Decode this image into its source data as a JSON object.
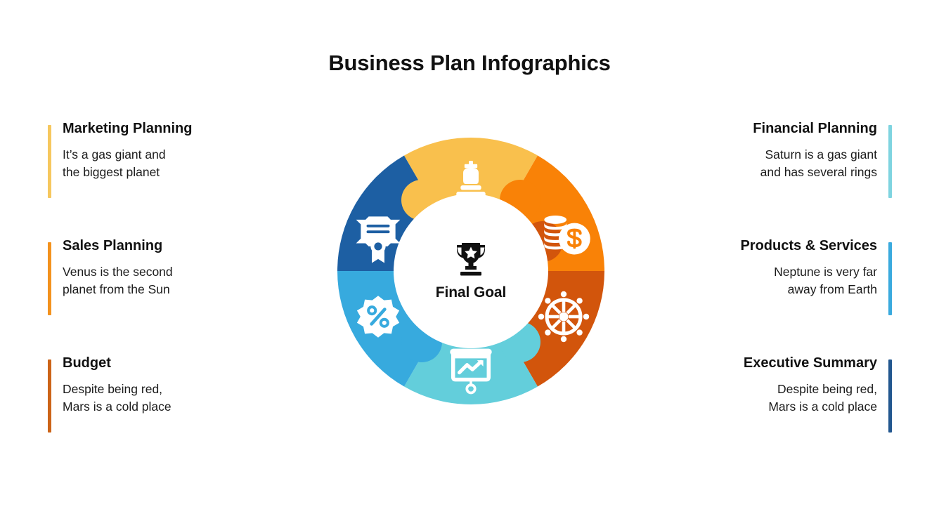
{
  "title": "Business Plan Infographics",
  "center": {
    "label": "Final Goal",
    "icon": "trophy-icon",
    "icon_color": "#111111",
    "background": "#ffffff"
  },
  "colors": {
    "yellow": "#F9C04D",
    "orange": "#F98207",
    "dark_orange": "#D2550C",
    "teal": "#63CEDB",
    "light_blue": "#37AADE",
    "dark_blue": "#1D5FA3",
    "text": "#111111",
    "background": "#FFFFFF"
  },
  "left_column": [
    {
      "title": "Marketing Planning",
      "description": "It’s a gas giant and\nthe biggest planet",
      "accent": "#F6C75E",
      "segment": "strategy"
    },
    {
      "title": "Sales Planning",
      "description": "Venus is the second\nplanet from the Sun",
      "accent": "#F3921E",
      "segment": "certificate"
    },
    {
      "title": "Budget",
      "description": "Despite being red,\nMars is a cold place",
      "accent": "#CC6418",
      "segment": "discount"
    }
  ],
  "right_column": [
    {
      "title": "Financial Planning",
      "description": "Saturn is a gas giant\nand has several rings",
      "accent": "#7FD4E0",
      "segment": "money"
    },
    {
      "title": "Products & Services",
      "description": "Neptune is very far\naway from Earth",
      "accent": "#3AAADE",
      "segment": "helm"
    },
    {
      "title": "Executive Summary",
      "description": "Despite being red,\nMars is a cold place",
      "accent": "#22578F",
      "segment": "presentation"
    }
  ],
  "wheel_segments": [
    {
      "name": "strategy",
      "icon": "chess-king-icon",
      "color": "#F9C04D",
      "position": "top"
    },
    {
      "name": "money",
      "icon": "coins-dollar-icon",
      "color": "#F98207",
      "position": "top-right"
    },
    {
      "name": "helm",
      "icon": "ship-wheel-icon",
      "color": "#D2550C",
      "position": "bottom-right"
    },
    {
      "name": "presentation",
      "icon": "chart-board-icon",
      "color": "#63CEDB",
      "position": "bottom"
    },
    {
      "name": "discount",
      "icon": "percent-badge-icon",
      "color": "#37AADE",
      "position": "bottom-left"
    },
    {
      "name": "certificate",
      "icon": "certificate-icon",
      "color": "#1D5FA3",
      "position": "top-left"
    }
  ]
}
